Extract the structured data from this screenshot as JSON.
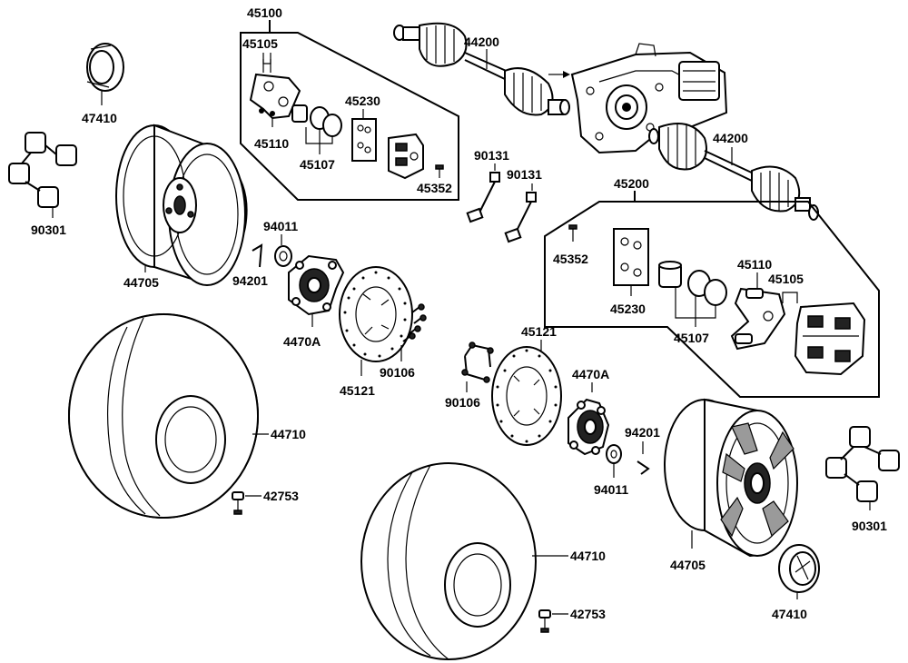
{
  "labels": {
    "front_caliper_assy": "45100",
    "front_bracket": "45105",
    "front_pin_bolt": "45110",
    "front_seal_kit": "45107",
    "front_pad_kit": "45230",
    "front_bleeder": "45352",
    "drive_shaft_top": "44200",
    "drive_shaft_right": "44200",
    "rear_caliper_assy": "45200",
    "rear_bleeder": "45352",
    "rear_pad_kit": "45230",
    "rear_seal_kit": "45107",
    "rear_pin_bolt": "45110",
    "rear_bracket": "45105",
    "hub_cap_left": "47410",
    "lug_nuts_left": "90301",
    "wheel_rim_left": "44705",
    "castle_nut_left": "94011",
    "cotter_pin_left": "94201",
    "hub_left": "4470A",
    "brake_disc_left": "45121",
    "disc_bolts_left": "90106",
    "bolt_90131_a": "90131",
    "bolt_90131_b": "90131",
    "tire_left": "44710",
    "valve_left": "42753",
    "brake_disc_right": "45121",
    "hub_right": "4470A",
    "disc_bolts_right": "90106",
    "cotter_pin_right": "94201",
    "castle_nut_right": "94011",
    "tire_right": "44710",
    "valve_right": "42753",
    "wheel_rim_right": "44705",
    "hub_cap_right": "47410",
    "lug_nuts_right": "90301"
  }
}
